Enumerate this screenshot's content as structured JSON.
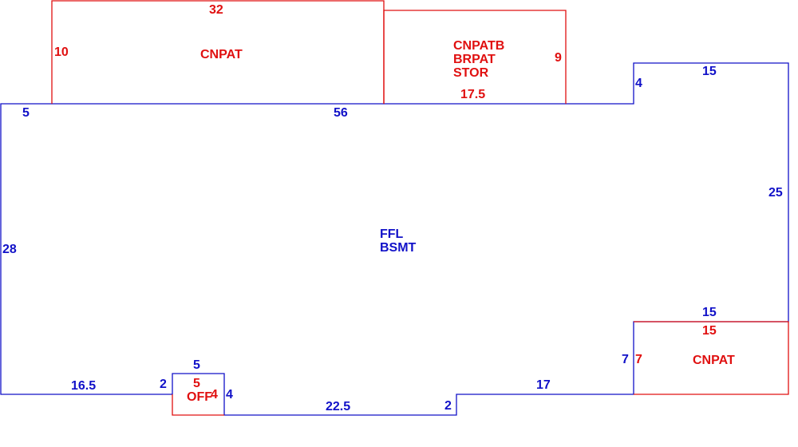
{
  "main_area": {
    "name": "FFL",
    "sub": "BSMT",
    "dims": {
      "west": "28",
      "north_left": "5",
      "north_main": "56",
      "ne_step": "4",
      "ne_top": "15",
      "east": "25",
      "se_top": "15",
      "se_step": "7",
      "south_right": "17",
      "recess_right": "2",
      "recess_bottom": "22.5",
      "bump_right": "4",
      "bump_top": "5",
      "bump_left": "2",
      "south_left": "16.5"
    }
  },
  "sub_areas": [
    {
      "name": "CNPAT",
      "dims": {
        "top": "32",
        "left": "10"
      }
    },
    {
      "label_lines": [
        "CNPATB",
        "BRPAT",
        "STOR"
      ],
      "dims": {
        "right": "9",
        "bottom": "17.5"
      }
    },
    {
      "name": "CNPAT",
      "dims": {
        "top": "15",
        "left": "7"
      }
    },
    {
      "name": "OFF",
      "dims": {
        "top": "5",
        "right": "4"
      }
    }
  ],
  "colors": {
    "main": "#1111c8",
    "sub": "#e01010"
  }
}
